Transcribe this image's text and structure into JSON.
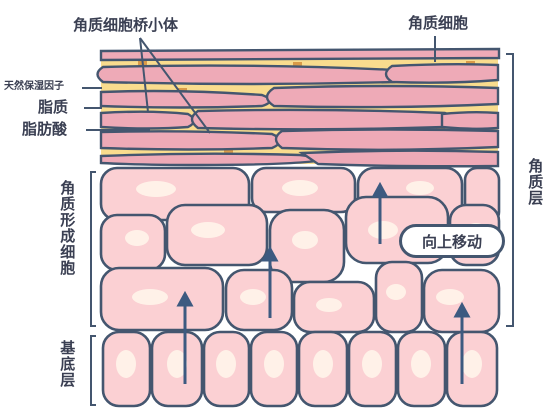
{
  "labels": {
    "bridge": "角质细胞桥小体",
    "corneocyte": "角质细胞",
    "nmf": "天然保湿因子",
    "lipid": "脂质",
    "fatty_acid": "脂肪酸",
    "keratinocyte_layer": "角质形成细胞",
    "basal_layer": "基底层",
    "stratum_corneum": "角质层",
    "move_up": "向上移动"
  },
  "colors": {
    "lipid_bg": "#f9dc8e",
    "corneocyte_fill": "#eeaab7",
    "cell_fill": "#fbd0d3",
    "cell_inner": "#fce6e4",
    "nucleus": "#fff1e8",
    "outline": "#44566f",
    "bridge": "#d99a48",
    "arrow": "#3d5a80"
  }
}
